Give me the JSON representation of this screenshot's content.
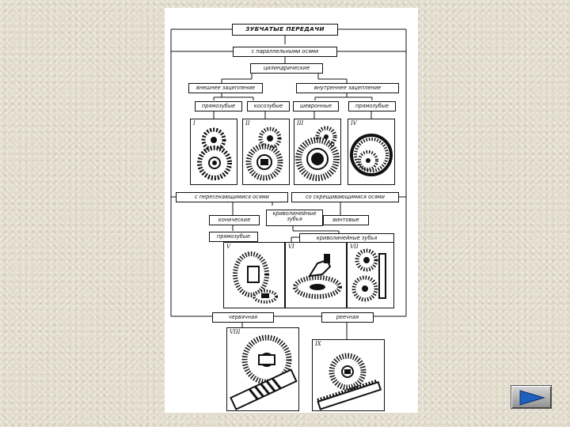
{
  "diagram": {
    "title": "ЗУБЧАТЫЕ ПЕРЕДАЧИ",
    "parallel_axes": "с параллельными осями",
    "cylindrical": "цилиндрические",
    "external_mesh": "внешнее зацепление",
    "internal_mesh": "внутреннее зацепление",
    "spur_1": "прямозубые",
    "helical": "косозубые",
    "herringbone": "шевронные",
    "spur_2": "прямозубые",
    "intersecting_axes": "с пересекающимися осями",
    "crossing_axes": "со скрещивающимися осями",
    "bevel": "конические",
    "curved_teeth_1": "криволинейные зубья",
    "screw": "винтовые",
    "spur_3": "прямозубые",
    "curved_teeth_2": "криволинейные зубья",
    "worm": "червячная",
    "rack": "реечная",
    "numerals": [
      "I",
      "II",
      "III",
      "IV",
      "V",
      "VI",
      "VII",
      "VIII",
      "IX"
    ]
  },
  "nav": {
    "icon": "next-arrow-icon"
  }
}
